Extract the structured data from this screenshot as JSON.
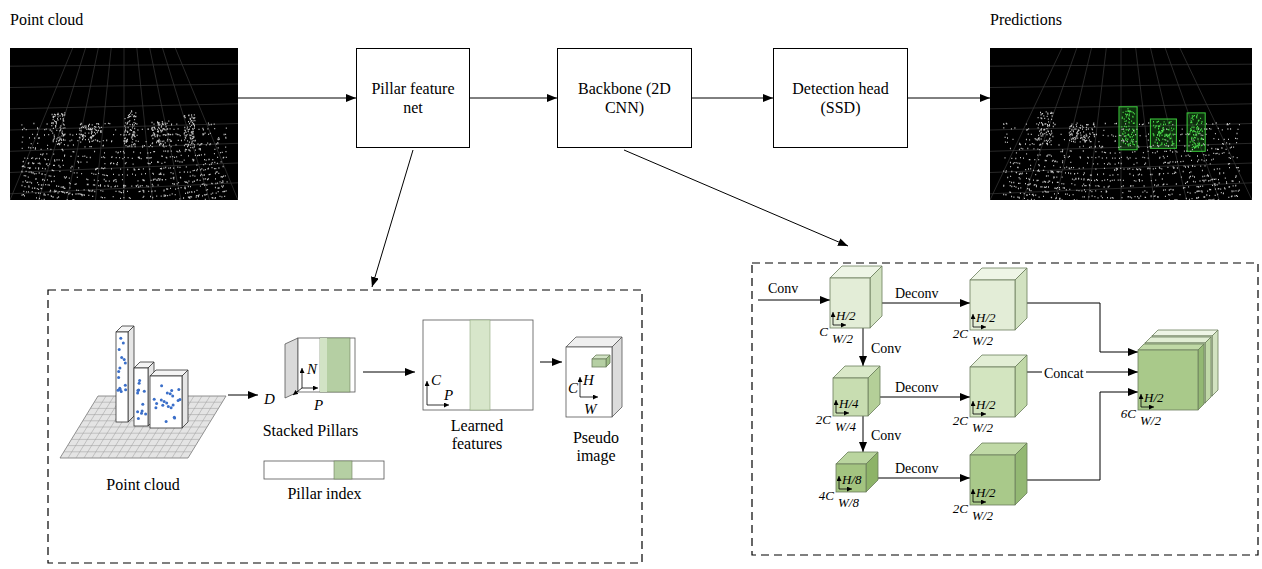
{
  "diagram": {
    "nodes": [
      {
        "text": [
          "Point cloud"
        ]
      },
      {
        "text": [
          "Pillar feature net"
        ]
      },
      {
        "text": [
          "Backbone (2D CNN)"
        ]
      },
      {
        "text": [
          "Detection head (SSD)"
        ]
      },
      {
        "text": [
          "Predictions"
        ]
      },
      {
        "text": [
          "Point cloud"
        ]
      },
      {
        "text": [
          "Stacked Pillars"
        ]
      },
      {
        "text": [
          "Pillar index"
        ]
      },
      {
        "text": [
          "Learned features"
        ]
      },
      {
        "text": [
          "Pseudo image"
        ]
      },
      {
        "text": [
          "H/2",
          "C",
          "W/2"
        ]
      },
      {
        "text": [
          "H/4",
          "2C",
          "W/4"
        ]
      },
      {
        "text": [
          "H/8",
          "4C",
          "W/8"
        ]
      },
      {
        "text": [
          "H/2",
          "2C",
          "W/2"
        ]
      },
      {
        "text": [
          "H/2",
          "2C",
          "W/2"
        ]
      },
      {
        "text": [
          "H/2",
          "2C",
          "W/2"
        ]
      },
      {
        "text": [
          "H/2",
          "6C",
          "W/2"
        ]
      }
    ],
    "edges": [
      {
        "from": 0,
        "to": 1,
        "arrow": "to"
      },
      {
        "from": 1,
        "to": 2,
        "arrow": "to"
      },
      {
        "from": 2,
        "to": 3,
        "arrow": "to"
      },
      {
        "from": 3,
        "to": 4,
        "arrow": "to"
      },
      {
        "from": 5,
        "to": 6,
        "arrow": "to"
      },
      {
        "from": 6,
        "to": 8,
        "arrow": "to"
      },
      {
        "from": 8,
        "to": 9,
        "arrow": "to"
      },
      {
        "from": 10,
        "to": 11,
        "label": "Conv",
        "arrow": "to"
      },
      {
        "from": 11,
        "to": 12,
        "label": "Conv",
        "arrow": "to"
      },
      {
        "from": 10,
        "to": 13,
        "label": "Deconv",
        "arrow": "to"
      },
      {
        "from": 11,
        "to": 14,
        "label": "Deconv",
        "arrow": "to"
      },
      {
        "from": 12,
        "to": 15,
        "label": "Deconv",
        "arrow": "to"
      },
      {
        "from": 13,
        "to": 16,
        "arrow": "to"
      },
      {
        "from": 14,
        "to": 16,
        "label": "Concat",
        "arrow": "to"
      },
      {
        "from": 15,
        "to": 16,
        "arrow": "to"
      }
    ],
    "labels": [
      "D",
      "N",
      "P",
      "C",
      "P",
      "C",
      "H",
      "W",
      "Conv"
    ]
  }
}
